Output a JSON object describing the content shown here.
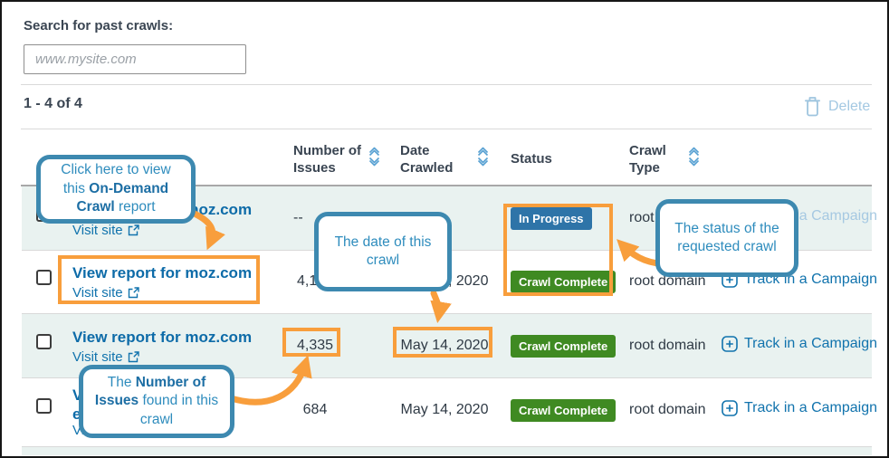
{
  "page": {
    "search_label": "Search for past crawls:",
    "search_placeholder": "www.mysite.com",
    "result_count": "1 - 4 of 4",
    "delete_label": "Delete"
  },
  "table": {
    "headers": {
      "issues_line1": "Number of",
      "issues_line2": "Issues",
      "date_line1": "Date",
      "date_line2": "Crawled",
      "status": "Status",
      "type_line1": "Crawl",
      "type_line2": "Type"
    },
    "rows": [
      {
        "report": "View report for moz.com",
        "visit": "Visit site",
        "issues": "--",
        "date": "",
        "status": "In Progress",
        "type": "root domain",
        "track": "Track in a Campaign"
      },
      {
        "report": "View report for moz.com",
        "visit": "Visit site",
        "issues": "4,135",
        "date": "May 14, 2020",
        "status": "Crawl Complete",
        "type": "root domain",
        "track": "Track in a Campaign"
      },
      {
        "report": "View report for moz.com",
        "visit": "Visit site",
        "issues": "4,335",
        "date": "May 14, 2020",
        "status": "Crawl Complete",
        "type": "root domain",
        "track": "Track in a Campaign"
      },
      {
        "report": "View report for example.com",
        "visit": "Visit site",
        "issues": "684",
        "date": "May 14, 2020",
        "status": "Crawl Complete",
        "type": "root domain",
        "track": "Track in a Campaign"
      }
    ]
  },
  "callouts": {
    "view_report": {
      "pre": "Click here to view this ",
      "bold": "On-Demand Crawl",
      "post": " report"
    },
    "date": {
      "text": "The date of this crawl"
    },
    "status": {
      "text": "The status of the requested crawl"
    },
    "issues": {
      "pre": "The ",
      "bold": "Number of Issues",
      "post": " found in this crawl"
    }
  },
  "colors": {
    "annotation_orange": "#F89E3C",
    "callout_border_blue": "#3D89B0",
    "link_blue": "#0D6BA8",
    "badge_in_progress_blue": "#2E74A8",
    "badge_complete_green": "#3F8A22",
    "row_highlight_teal": "#E9F2F0",
    "muted_link_blue": "#A3C8E2"
  }
}
